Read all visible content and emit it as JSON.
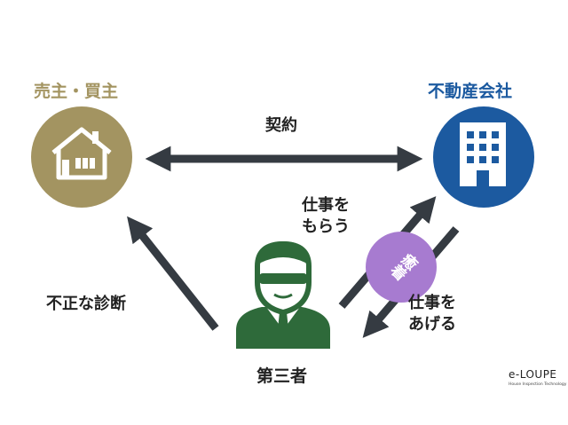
{
  "nodes": {
    "seller_buyer": {
      "label": "売主・買主",
      "color": "#a39461"
    },
    "agency": {
      "label": "不動産会社",
      "color": "#1c5aa0"
    },
    "third_party": {
      "label": "第三者",
      "color": "#2e6a3a"
    }
  },
  "edges": {
    "contract": "契約",
    "unjust_diagnosis": "不正な診断",
    "receive_work_line1": "仕事を",
    "receive_work_line2": "もらう",
    "give_work_line1": "仕事を",
    "give_work_line2": "あげる"
  },
  "badge": {
    "label": "癒着",
    "color": "#a77bd0"
  },
  "brand": {
    "name": "e-LOUPE",
    "tagline": "House Inspection Technology"
  },
  "colors": {
    "arrow": "#353b42"
  }
}
